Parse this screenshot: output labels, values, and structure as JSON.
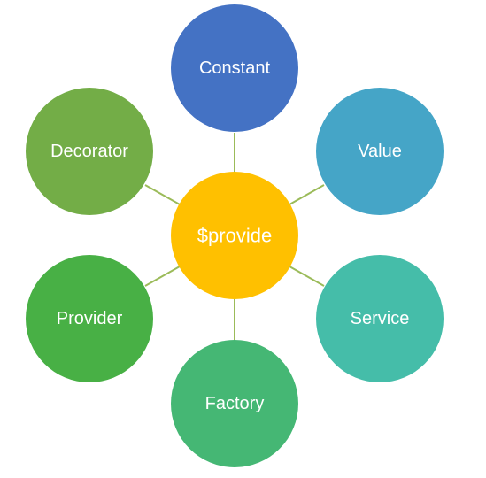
{
  "diagram": {
    "center": {
      "label": "$provide",
      "color": "#FFC000"
    },
    "connector_color": "#9BBB59",
    "nodes": [
      {
        "id": "constant",
        "label": "Constant",
        "color": "#4472C4"
      },
      {
        "id": "value",
        "label": "Value",
        "color": "#45A5C7"
      },
      {
        "id": "service",
        "label": "Service",
        "color": "#45BDA9"
      },
      {
        "id": "factory",
        "label": "Factory",
        "color": "#45B774"
      },
      {
        "id": "provider",
        "label": "Provider",
        "color": "#48B045"
      },
      {
        "id": "decorator",
        "label": "Decorator",
        "color": "#73AD47"
      }
    ]
  }
}
